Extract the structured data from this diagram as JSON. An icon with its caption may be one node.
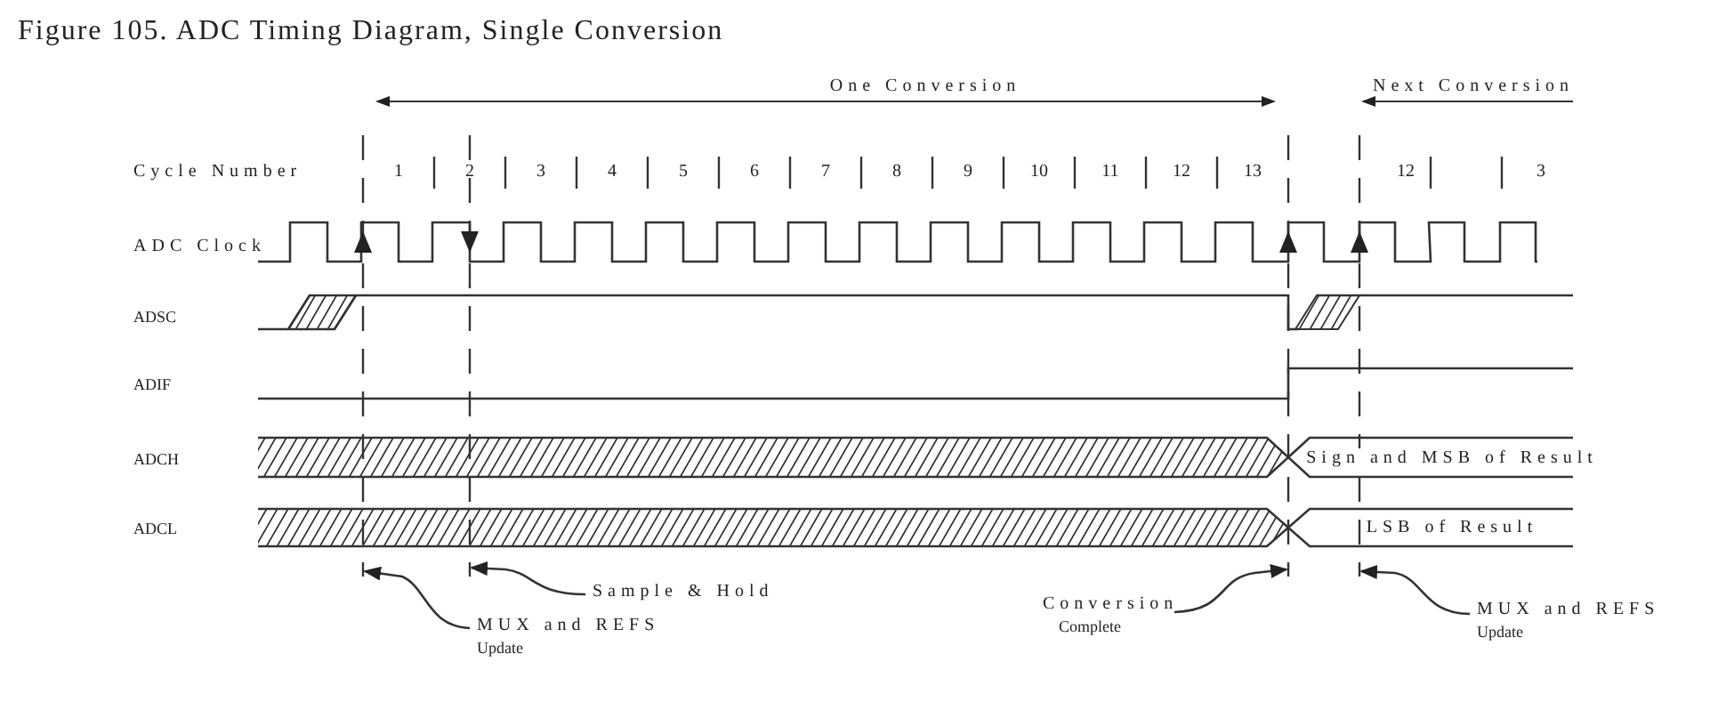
{
  "diagram": {
    "title": "Figure 105. ADC Timing Diagram, Single Conversion",
    "nodes": [
      {
        "text": [
          "MUX and REFS",
          "Update"
        ]
      },
      {
        "text": [
          "Sample & Hold"
        ]
      },
      {
        "text": [
          "Conversion",
          "Complete"
        ]
      },
      {
        "text": [
          "MUX and REFS",
          "Update"
        ]
      },
      {
        "text": [],
        "shape": "line"
      },
      {
        "text": [],
        "shape": "line"
      },
      {
        "text": [],
        "shape": "line"
      },
      {
        "text": [],
        "shape": "line"
      }
    ],
    "edges": [
      {
        "from": 0,
        "to": 4,
        "arrow": "to"
      },
      {
        "from": 1,
        "to": 5,
        "arrow": "to"
      },
      {
        "from": 2,
        "to": 6,
        "arrow": "to"
      },
      {
        "from": 3,
        "to": 7,
        "arrow": "to"
      }
    ],
    "labels": [
      "One Conversion",
      "Next Conversion",
      "Cycle Number",
      "1",
      "2",
      "3",
      "4",
      "5",
      "6",
      "7",
      "8",
      "9",
      "10",
      "11",
      "12",
      "13",
      "12",
      "3",
      "ADC Clock",
      "ADSC",
      "ADIF",
      "ADCH",
      "Sign and MSB of Result",
      "ADCL",
      "LSB of Result"
    ]
  }
}
